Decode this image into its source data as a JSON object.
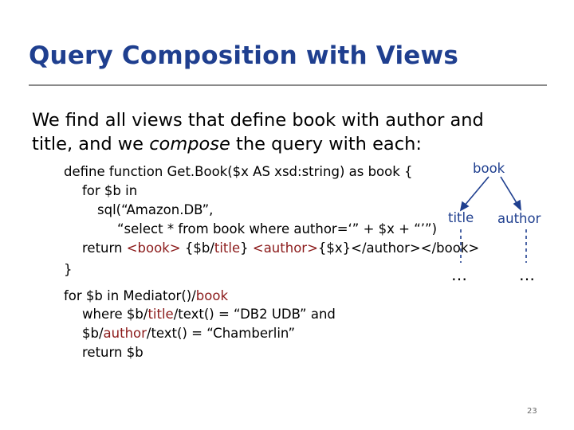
{
  "slide": {
    "title": "Query Composition with Views",
    "intro_line1": "We find all views that define book with author and",
    "intro_line2_pre": "title, and we ",
    "intro_line2_em": "compose",
    "intro_line2_post": "  the query with each:",
    "page_number": "23"
  },
  "code": {
    "l1": "define function Get.Book($x AS xsd:string) as book {",
    "l2": "for $b in",
    "l3": "sql(“Amazon.DB”,",
    "l4": "“select * from book where author=‘” + $x + “’”)",
    "l5_pre": "return ",
    "l5_book_open": "<book>",
    "l5_mid1": " {$b/",
    "l5_title": "title",
    "l5_mid2": "} ",
    "l5_author_open": "<author>",
    "l5_post": "{$x}</author></book>",
    "l6": "}",
    "l7_pre": "for $b in Mediator()/",
    "l7_book": "book",
    "l8_pre": "where $b/",
    "l8_title": "title",
    "l8_post": "/text() = “DB2 UDB” and",
    "l9_pre": "$b/",
    "l9_author": "author",
    "l9_post": "/text() = “Chamberlin”",
    "l10": "return $b"
  },
  "tree": {
    "root": "book",
    "left_child": "title",
    "right_child": "author",
    "ellipsis": "…",
    "colors": {
      "node_text": "#1f3f8f",
      "edge": "#1f3f8f",
      "highlight": "#8b1a1a"
    }
  }
}
